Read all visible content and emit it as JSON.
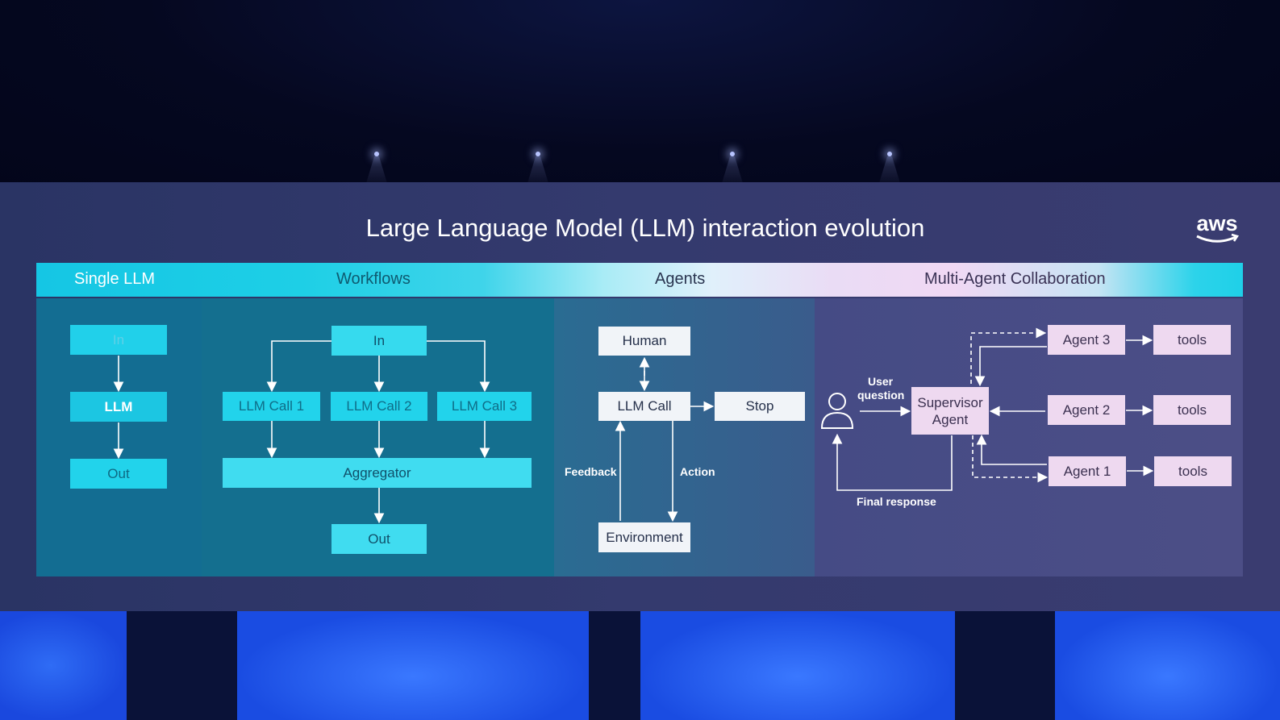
{
  "title": "Large Language Model (LLM) interaction evolution",
  "logo": "aws",
  "stages": [
    "Single LLM",
    "Workflows",
    "Agents",
    "Multi-Agent Collaboration"
  ],
  "single_llm": {
    "in": "In",
    "llm": "LLM",
    "out": "Out"
  },
  "workflows": {
    "in": "In",
    "calls": [
      "LLM Call 1",
      "LLM Call 2",
      "LLM Call 3"
    ],
    "aggregator": "Aggregator",
    "out": "Out"
  },
  "agents": {
    "human": "Human",
    "llm_call": "LLM Call",
    "stop": "Stop",
    "environment": "Environment",
    "feedback": "Feedback",
    "action": "Action"
  },
  "multi_agent": {
    "user_question_line1": "User",
    "user_question_line2": "question",
    "supervisor_line1": "Supervisor",
    "supervisor_line2": "Agent",
    "final_response": "Final response",
    "agents": [
      "Agent 3",
      "Agent 2",
      "Agent 1"
    ],
    "tools": [
      "tools",
      "tools",
      "tools"
    ],
    "icons": [
      "person-icon"
    ]
  },
  "colors": {
    "banner_cyan": "#22d3eb",
    "box_white": "#f1f4f8",
    "box_pink": "#eed9f0",
    "stage_blue": "#1a4fe0"
  }
}
